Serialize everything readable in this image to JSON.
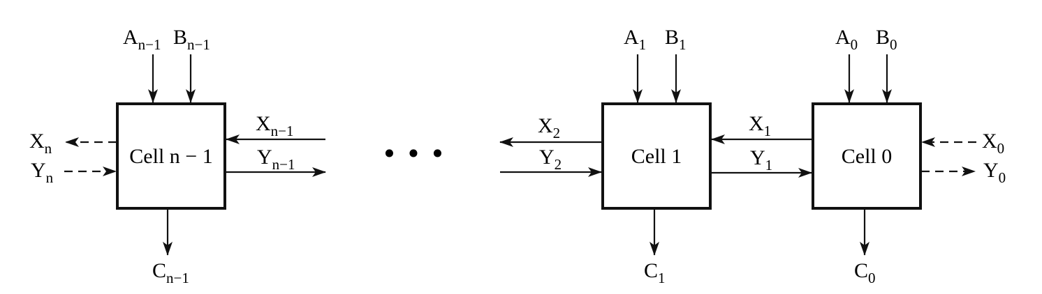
{
  "dots": "• • •",
  "cells": {
    "cell_n1": {
      "label": "Cell n − 1",
      "in_a": {
        "base": "A",
        "sub": "n−1"
      },
      "in_b": {
        "base": "B",
        "sub": "n−1"
      },
      "out_c": {
        "base": "C",
        "sub": "n−1"
      },
      "x_left": {
        "base": "X",
        "sub": "n"
      },
      "y_left": {
        "base": "Y",
        "sub": "n"
      },
      "x_right": {
        "base": "X",
        "sub": "n−1"
      },
      "y_right": {
        "base": "Y",
        "sub": "n−1"
      }
    },
    "cell_1": {
      "label": "Cell 1",
      "in_a": {
        "base": "A",
        "sub": "1"
      },
      "in_b": {
        "base": "B",
        "sub": "1"
      },
      "out_c": {
        "base": "C",
        "sub": "1"
      },
      "x_left": {
        "base": "X",
        "sub": "2"
      },
      "y_left": {
        "base": "Y",
        "sub": "2"
      },
      "x_right": {
        "base": "X",
        "sub": "1"
      },
      "y_right": {
        "base": "Y",
        "sub": "1"
      }
    },
    "cell_0": {
      "label": "Cell 0",
      "in_a": {
        "base": "A",
        "sub": "0"
      },
      "in_b": {
        "base": "B",
        "sub": "0"
      },
      "out_c": {
        "base": "C",
        "sub": "0"
      },
      "x_right": {
        "base": "X",
        "sub": "0"
      },
      "y_right": {
        "base": "Y",
        "sub": "0"
      }
    }
  }
}
